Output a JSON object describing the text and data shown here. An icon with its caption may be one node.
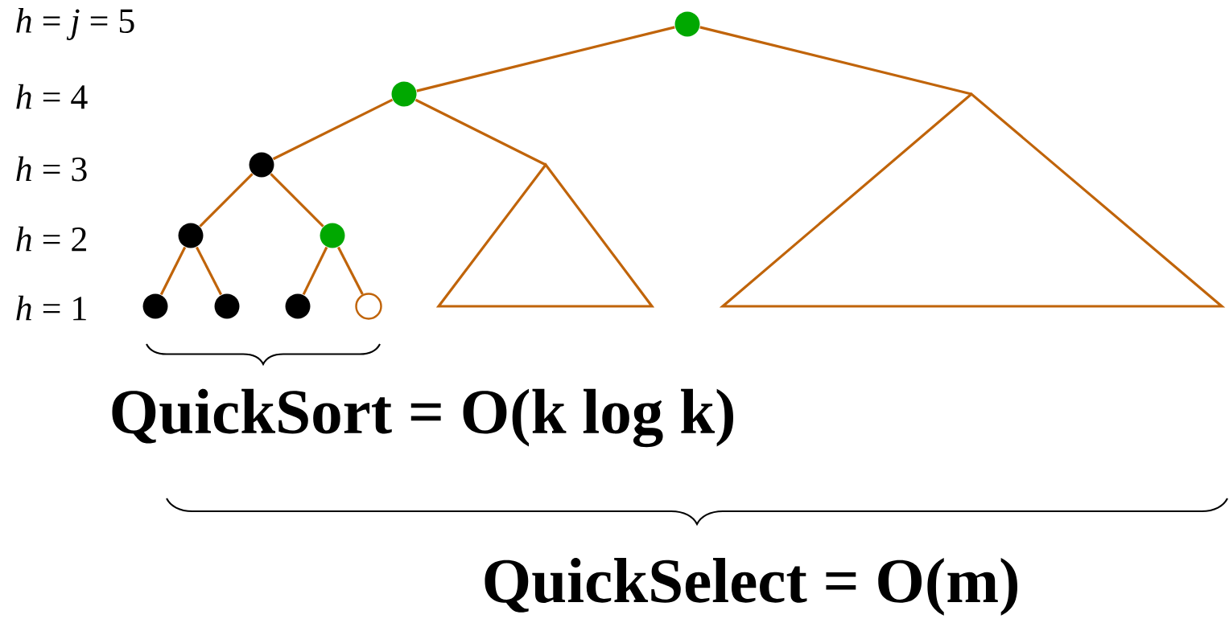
{
  "diagram": {
    "nodes": [
      {
        "text": [],
        "shape": "circle"
      },
      {
        "text": [],
        "shape": "circle"
      },
      {
        "text": [],
        "shape": "triangle"
      },
      {
        "text": [],
        "shape": "circle"
      },
      {
        "text": [],
        "shape": "triangle"
      },
      {
        "text": [],
        "shape": "circle"
      },
      {
        "text": [],
        "shape": "circle"
      },
      {
        "text": [],
        "shape": "circle"
      },
      {
        "text": [],
        "shape": "circle"
      },
      {
        "text": [],
        "shape": "circle"
      },
      {
        "text": [],
        "shape": "circle"
      }
    ],
    "edges": [
      {
        "from": 0,
        "to": 1,
        "arrow": "none"
      },
      {
        "from": 0,
        "to": 4,
        "arrow": "none"
      },
      {
        "from": 1,
        "to": 3,
        "arrow": "none"
      },
      {
        "from": 1,
        "to": 2,
        "arrow": "none"
      },
      {
        "from": 3,
        "to": 5,
        "arrow": "none"
      },
      {
        "from": 3,
        "to": 6,
        "arrow": "none"
      },
      {
        "from": 5,
        "to": 7,
        "arrow": "none"
      },
      {
        "from": 5,
        "to": 8,
        "arrow": "none"
      },
      {
        "from": 6,
        "to": 9,
        "arrow": "none"
      },
      {
        "from": 6,
        "to": 10,
        "arrow": "none"
      }
    ],
    "labels": [
      "*h* = *j* = 5",
      "*h* =  4",
      "*h* =  3",
      "*h* =  2",
      "*h* =  1",
      "QuickSort = O(k log k)",
      "QuickSelect = O(m)"
    ]
  }
}
